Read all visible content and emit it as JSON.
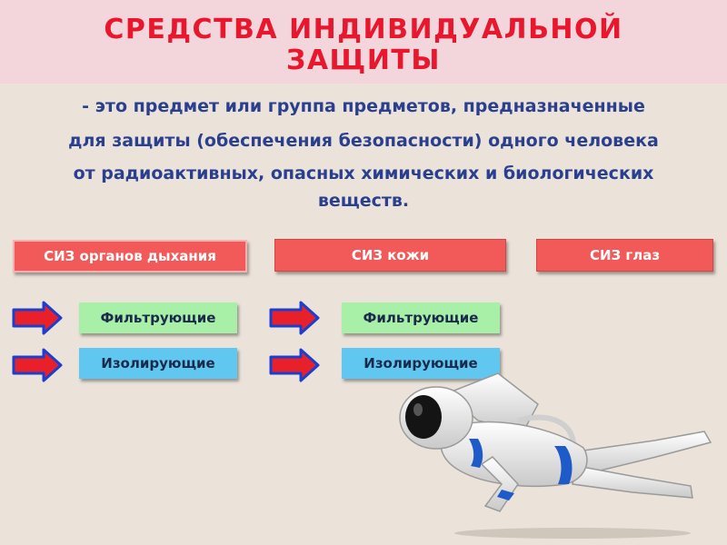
{
  "slide": {
    "title_line1": "СРЕДСТВА ИНДИВИДУАЛЬНОЙ",
    "title_line2": "ЗАЩИТЫ",
    "definition_lines": [
      "- это предмет или группа предметов, предназначенные",
      "для защиты (обеспечения безопасности) одного человека",
      "от радиоактивных, опасных химических и биологических",
      "веществ."
    ]
  },
  "categories": [
    {
      "label": "СИЗ органов дыхания"
    },
    {
      "label": "СИЗ кожи"
    },
    {
      "label": "СИЗ глаз"
    }
  ],
  "types": {
    "breathing": {
      "filtering": "Фильтрующие",
      "isolating": "Изолирующие"
    },
    "skin": {
      "filtering": "Фильтрующие",
      "isolating": "Изолирующие"
    }
  },
  "colors": {
    "title": "#e8172e",
    "title_bar": "#f2d6dc",
    "definition_text": "#2a3f8f",
    "category_box": "#f25a5a",
    "filtering_box": "#a8f0a8",
    "isolating_box": "#60c8f0",
    "arrow_fill": "#e8202a",
    "arrow_outline": "#1a3fd0",
    "background": "#ebe3d9"
  },
  "icons": {
    "arrow": "right-arrow-icon",
    "figure": "astronaut-illustration"
  }
}
